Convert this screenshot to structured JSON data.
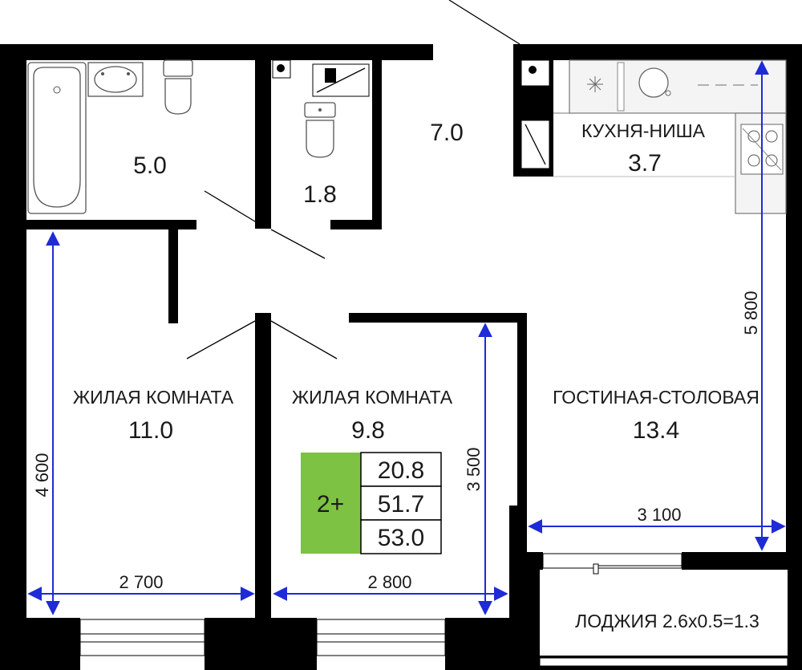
{
  "rooms": {
    "bathroom": {
      "area": "5.0"
    },
    "wc": {
      "area": "1.8"
    },
    "hall": {
      "area": "7.0"
    },
    "kitchen": {
      "name": "КУХНЯ-НИША",
      "area": "3.7"
    },
    "bedroom_left": {
      "name": "ЖИЛАЯ КОМНАТА",
      "area": "11.0"
    },
    "bedroom_mid": {
      "name": "ЖИЛАЯ КОМНАТА",
      "area": "9.8"
    },
    "living": {
      "name": "ГОСТИНАЯ-СТОЛОВАЯ",
      "area": "13.4"
    },
    "loggia": {
      "name": "ЛОДЖИЯ 2.6х0.5=1.3"
    }
  },
  "dimensions": {
    "left_vertical": "4 600",
    "left_horizontal": "2 700",
    "mid_vertical": "3 500",
    "mid_horizontal": "2 800",
    "right_vertical": "5 800",
    "right_horizontal": "3 100"
  },
  "badge": {
    "type": "2+",
    "living_area": "20.8",
    "total_area": "51.7",
    "total_with_loggia": "53.0"
  },
  "colors": {
    "wall": "#000000",
    "dimension_line": "#1f2bd6",
    "badge_green": "#7dc242"
  }
}
